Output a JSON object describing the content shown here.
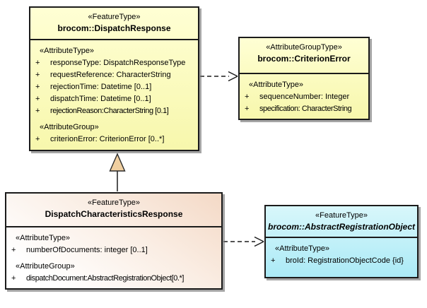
{
  "colors": {
    "feature_type_yellow": "#F9F9B6",
    "feature_type_peach": "#F4D9C6",
    "feature_type_cyan": "#BFEFF8",
    "generalization_triangle": "#F0CFA0",
    "border": "#1B1B1B"
  },
  "classes": [
    {
      "stereotype": "«FeatureType»",
      "name": "brocom::DispatchResponse",
      "sections": [
        {
          "header": "«AttributeType»",
          "rows": [
            {
              "vis": "+",
              "text": "responseType: DispatchResponseType"
            },
            {
              "vis": "+",
              "text": "requestReference: CharacterString"
            },
            {
              "vis": "+",
              "text": "rejectionTime: Datetime [0..1]"
            },
            {
              "vis": "+",
              "text": "dispatchTime: Datetime [0..1]"
            },
            {
              "vis": "+",
              "text": "rejectionReason:CharacterString [0.1]"
            }
          ]
        },
        {
          "header": "«AttributeGroup»",
          "rows": [
            {
              "vis": "+",
              "text": "criterionError: CriterionError [0..*]"
            }
          ]
        }
      ]
    },
    {
      "stereotype": "«AttributeGroupType»",
      "name": "brocom::CriterionError",
      "sections": [
        {
          "header": "«AttributeType»",
          "rows": [
            {
              "vis": "+",
              "text": "sequenceNumber: Integer"
            },
            {
              "vis": "+",
              "text": "specification: CharacterString"
            }
          ]
        }
      ]
    },
    {
      "stereotype": "«FeatureType»",
      "name": "DispatchCharacteristicsResponse",
      "sections": [
        {
          "header": "«AttributeType»",
          "rows": [
            {
              "vis": "+",
              "text": "numberOfDocuments: integer [0..1]"
            }
          ]
        },
        {
          "header": "«AttributeGroup»",
          "rows": [
            {
              "vis": "+",
              "text": "dispatchDocument:AbstractRegistrationObject[0.*]"
            }
          ]
        }
      ]
    },
    {
      "stereotype": "«FeatureType»",
      "name": "brocom::AbstractRegistrationObject",
      "sections": [
        {
          "header": "«AttributeType»",
          "rows": [
            {
              "vis": "+",
              "text": "broId: RegistrationObjectCode {id}"
            }
          ]
        }
      ]
    }
  ],
  "connectors": [
    {
      "type": "dependency",
      "from": "brocom::DispatchResponse",
      "to": "brocom::CriterionError",
      "style": "dashed-open-arrow"
    },
    {
      "type": "generalization",
      "from": "DispatchCharacteristicsResponse",
      "to": "brocom::DispatchResponse",
      "style": "solid-triangle"
    },
    {
      "type": "dependency",
      "from": "DispatchCharacteristicsResponse",
      "to": "brocom::AbstractRegistrationObject",
      "style": "dashed-open-arrow"
    }
  ]
}
